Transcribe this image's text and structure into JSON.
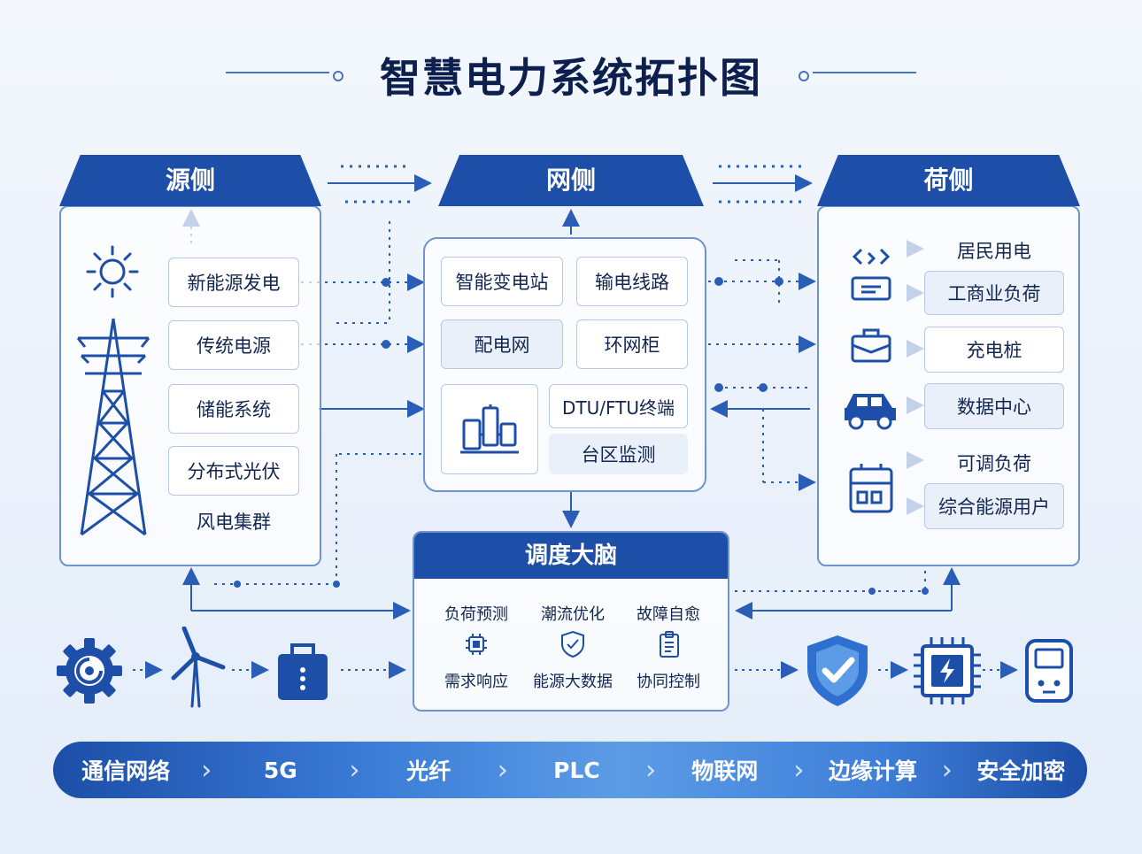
{
  "title": "智慧电力系统拓扑图",
  "source": {
    "header": "源侧",
    "items": [
      "新能源发电",
      "传统电源",
      "储能系统",
      "分布式光伏",
      "风电集群"
    ]
  },
  "grid": {
    "header": "网侧",
    "items": [
      "智能变电站",
      "输电线路",
      "配电网",
      "环网柜",
      "DTU/FTU终端",
      "台区监测"
    ]
  },
  "load": {
    "header": "荷侧",
    "items": [
      "居民用电",
      "工商业负荷",
      "充电桩",
      "数据中心",
      "可调负荷",
      "综合能源用户"
    ]
  },
  "brain": {
    "header": "调度大脑",
    "items": [
      "负荷预测",
      "潮流优化",
      "故障自愈",
      "需求响应",
      "能源大数据",
      "协同控制"
    ]
  },
  "comm": {
    "label": "通信网络",
    "items": [
      "5G",
      "光纤",
      "PLC",
      "物联网",
      "边缘计算",
      "安全加密"
    ]
  },
  "colors": {
    "primary": "#1e4fa8",
    "accent": "#3a7bd6",
    "line": "#2a5db5",
    "text": "#13264f"
  },
  "icons": [
    "sun-icon",
    "transmission-tower-icon",
    "substation-equipment-icon",
    "smart-home-icon",
    "toolbox-icon",
    "electric-car-icon",
    "battery-cabinet-icon",
    "gear-icon",
    "wind-turbine-icon",
    "energy-storage-icon",
    "shield-check-icon",
    "chip-icon",
    "smart-meter-icon"
  ]
}
